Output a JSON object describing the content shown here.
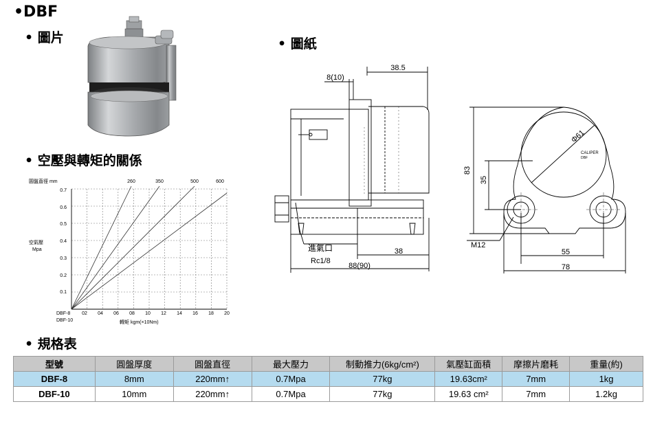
{
  "title": "•DBF",
  "sections": {
    "photo": "• 圖片",
    "drawing": "• 圖紙",
    "relation": "• 空壓與轉矩的關係",
    "spec": "• 規格表"
  },
  "graph": {
    "disc_label": "圓盤直徑 mm",
    "disc_ticks": [
      "260",
      "350",
      "500",
      "600"
    ],
    "y_label_1": "空氣壓",
    "y_label_2": "Mpa",
    "y_ticks": [
      "0.7",
      "0.6",
      "0.5",
      "0.4",
      "0.3",
      "0.2",
      "0.1"
    ],
    "model_1": "DBF-8",
    "model_2": "DBF-10",
    "x_ticks": [
      "02",
      "04",
      "06",
      "08",
      "10",
      "12",
      "14",
      "16",
      "18",
      "20"
    ],
    "x_label": "轉矩 kgm(×10Nm)"
  },
  "drawing": {
    "dim_38_5": "38.5",
    "dim_8_10": "8(10)",
    "inlet": "進氣口",
    "rc": "Rc1/8",
    "dim_38": "38",
    "dim_88_90": "88(90)",
    "dim_83": "83",
    "dim_35": "35",
    "phi": "Φ61",
    "caliper": "CALIPER",
    "caliper_model": "DBF",
    "m12": "M12",
    "dim_55": "55",
    "dim_78": "78"
  },
  "table": {
    "headers": [
      "型號",
      "圓盤厚度",
      "圓盤直徑",
      "最大壓力",
      "制動推力(6kg/cm²)",
      "氣壓缸面積",
      "摩擦片磨耗",
      "重量(約)"
    ],
    "rows": [
      [
        "DBF-8",
        "8mm",
        "220mm↑",
        "0.7Mpa",
        "77kg",
        "19.63cm²",
        "7mm",
        "1kg"
      ],
      [
        "DBF-10",
        "10mm",
        "220mm↑",
        "0.7Mpa",
        "77kg",
        "19.63 cm²",
        "7mm",
        "1.2kg"
      ]
    ]
  }
}
